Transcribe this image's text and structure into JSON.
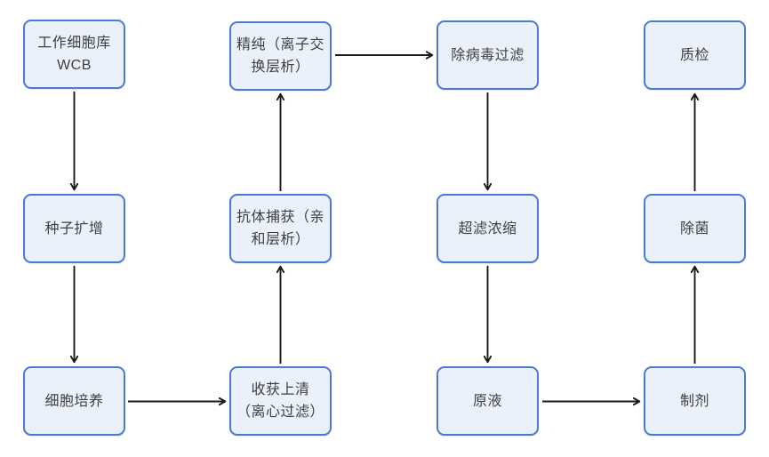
{
  "diagram": {
    "nodes": [
      {
        "id": "wcb",
        "label": "工作细胞库\nWCB"
      },
      {
        "id": "seed",
        "label": "种子扩增"
      },
      {
        "id": "culture",
        "label": "细胞培养"
      },
      {
        "id": "polish",
        "label": "精纯（离子交\n换层析）"
      },
      {
        "id": "capture",
        "label": "抗体捕获（亲\n和层析）"
      },
      {
        "id": "harvest",
        "label": "收获上清\n（离心过滤）"
      },
      {
        "id": "viral",
        "label": "除病毒过滤"
      },
      {
        "id": "uf",
        "label": "超滤浓缩"
      },
      {
        "id": "bulk",
        "label": "原液"
      },
      {
        "id": "qc",
        "label": "质检"
      },
      {
        "id": "sterile",
        "label": "除菌"
      },
      {
        "id": "formulation",
        "label": "制剂"
      }
    ],
    "edges": [
      {
        "from": "工作细胞库 WCB",
        "to": "种子扩增"
      },
      {
        "from": "种子扩增",
        "to": "细胞培养"
      },
      {
        "from": "细胞培养",
        "to": "收获上清（离心过滤）"
      },
      {
        "from": "收获上清（离心过滤）",
        "to": "抗体捕获（亲和层析）"
      },
      {
        "from": "抗体捕获（亲和层析）",
        "to": "精纯（离子交换层析）"
      },
      {
        "from": "精纯（离子交换层析）",
        "to": "除病毒过滤"
      },
      {
        "from": "除病毒过滤",
        "to": "超滤浓缩"
      },
      {
        "from": "超滤浓缩",
        "to": "原液"
      },
      {
        "from": "原液",
        "to": "制剂"
      },
      {
        "from": "制剂",
        "to": "除菌"
      },
      {
        "from": "除菌",
        "to": "质检"
      }
    ],
    "colors": {
      "node_fill": "#EBF1FB",
      "node_border": "#4A7BD0",
      "arrow": "#1A1A1A",
      "text": "#3F3F3F"
    }
  }
}
